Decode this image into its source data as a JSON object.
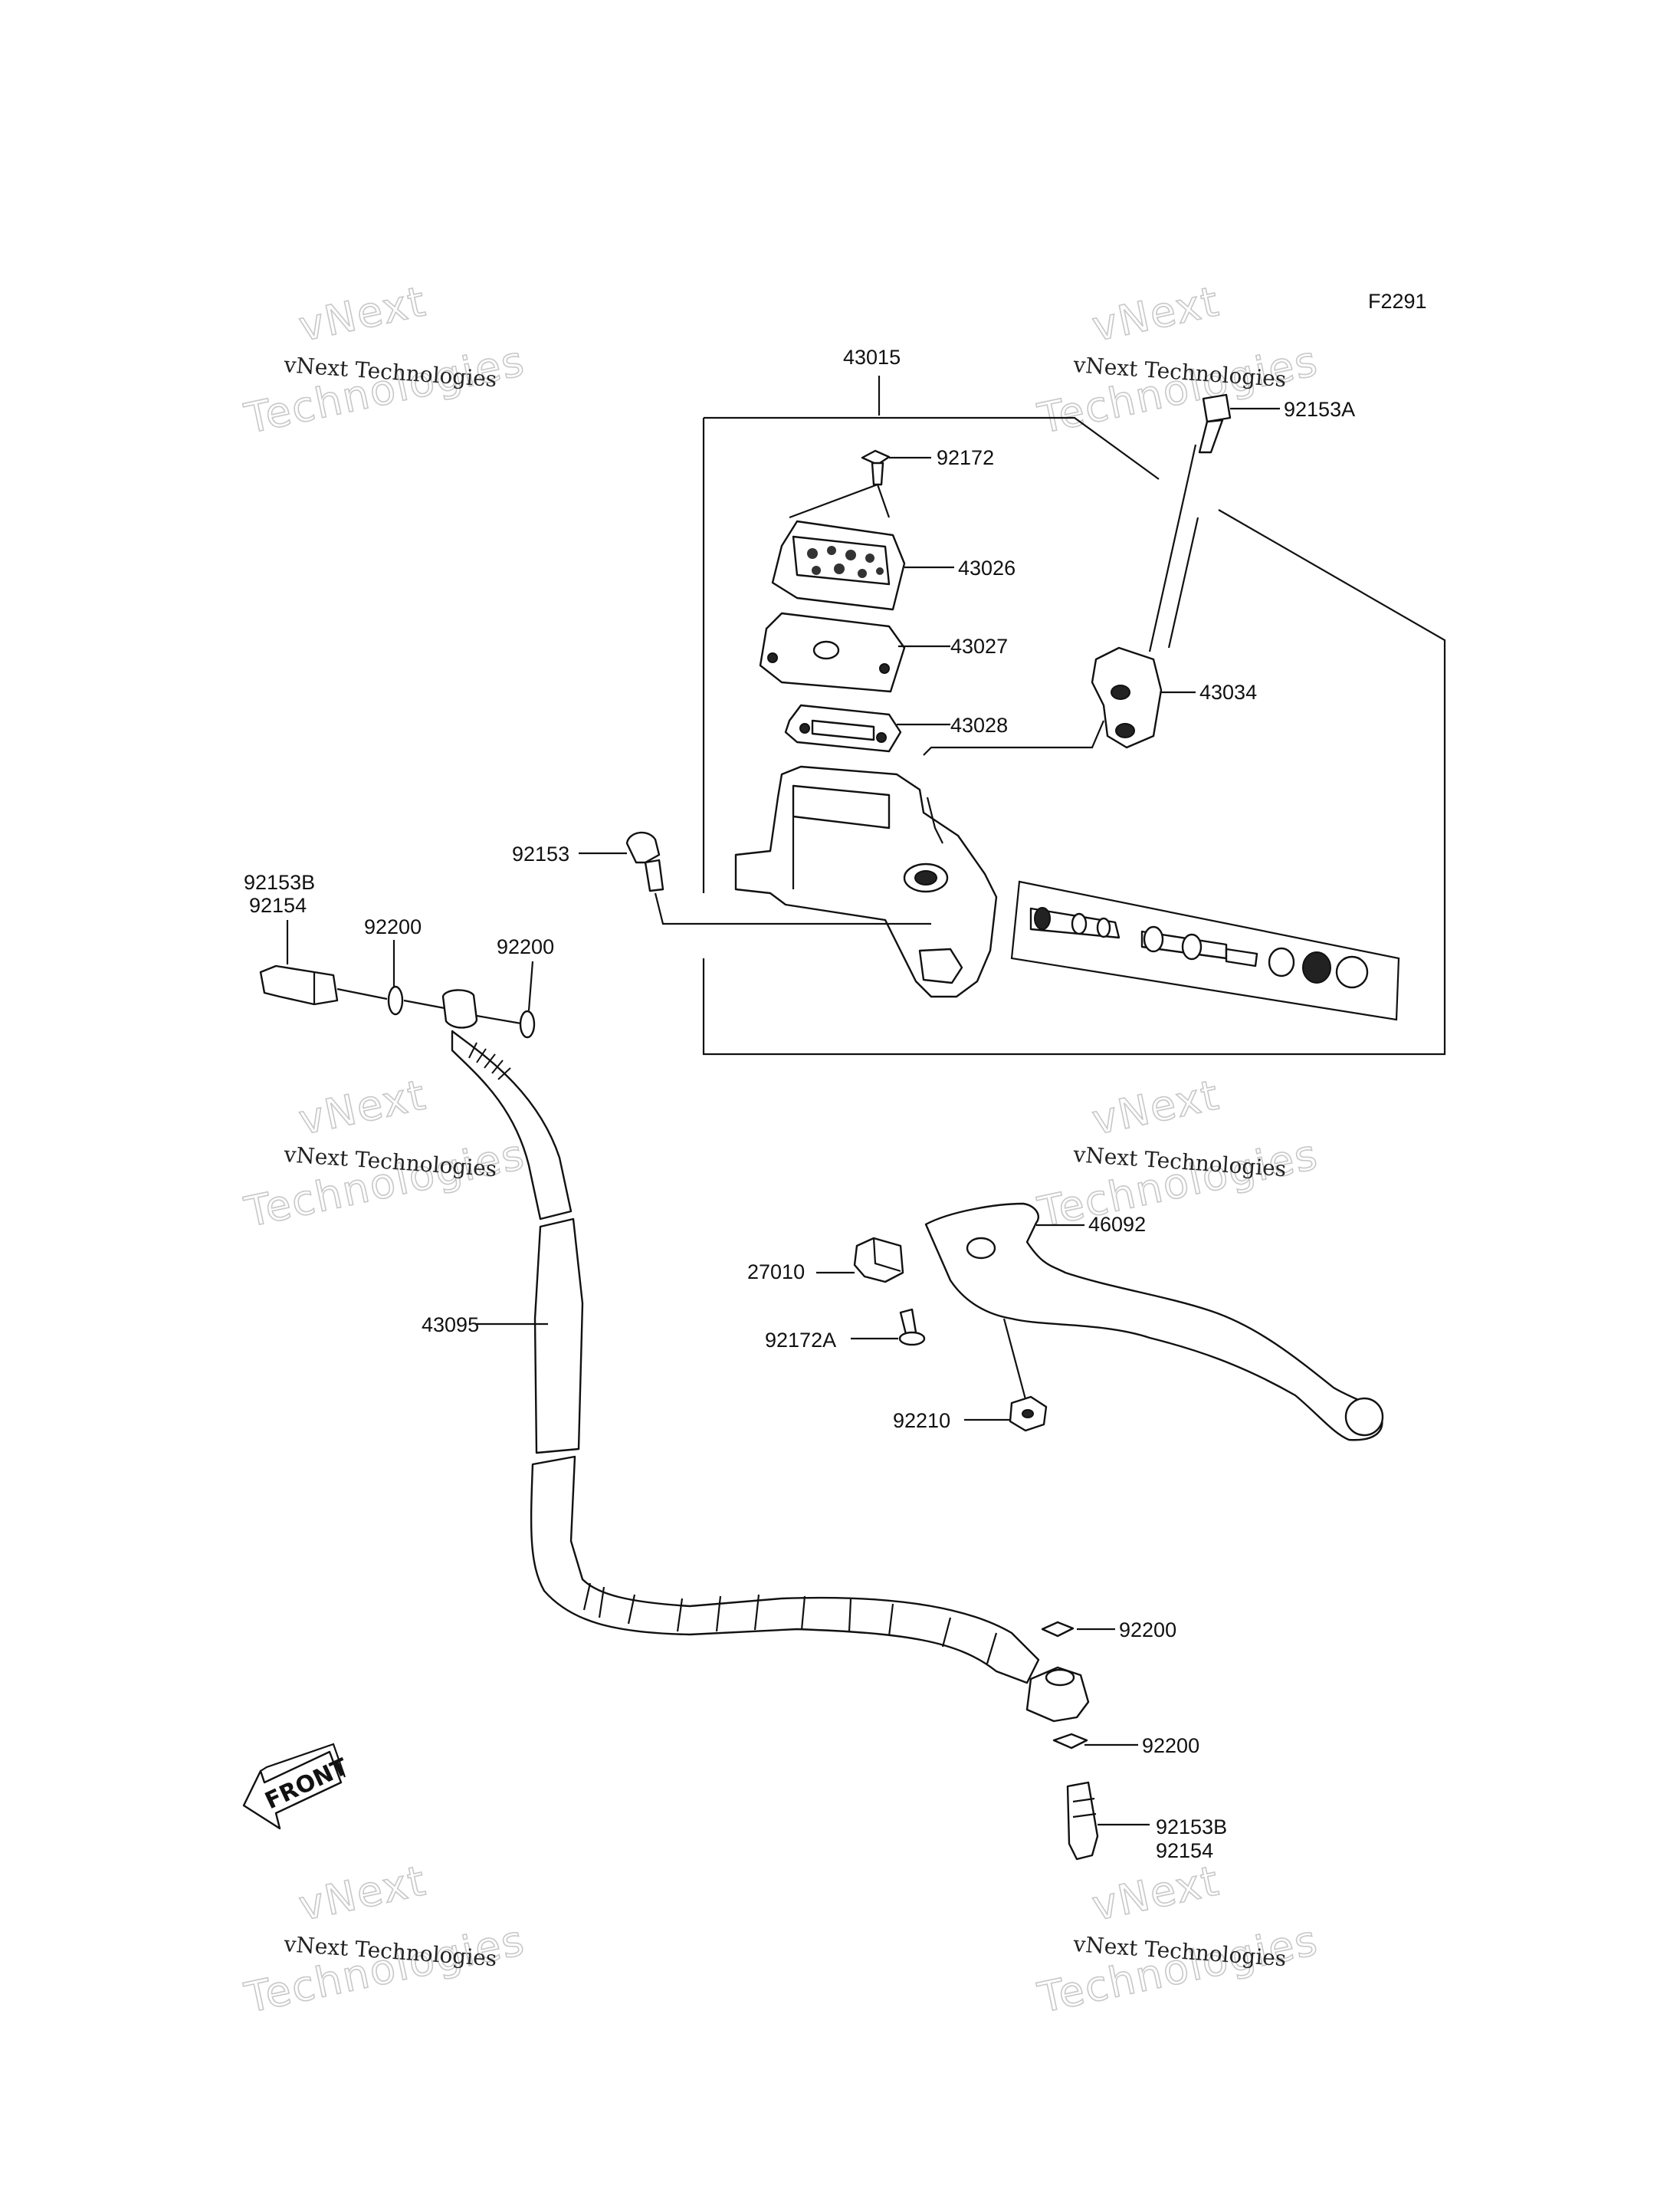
{
  "diagram": {
    "code": "F2291",
    "watermark": {
      "line1": "vNext Technologies",
      "line2_part1": "vNext",
      "line2_part2": "Technologies"
    },
    "front_marker": "FRONT",
    "callouts": {
      "assy": "43015",
      "cap_screw": "92172",
      "cap": "43026",
      "plate": "43027",
      "diaphragm": "43028",
      "holder": "43034",
      "holder_bolt": "92153A",
      "mc_bolt": "92153",
      "banjo_top_a": "92153B",
      "banjo_top_b": "92154",
      "gasket_top_1": "92200",
      "gasket_top_2": "92200",
      "hose": "43095",
      "lever": "46092",
      "switch": "27010",
      "switch_screw": "92172A",
      "nut": "92210",
      "gasket_bot_1": "92200",
      "gasket_bot_2": "92200",
      "banjo_bot_a": "92153B",
      "banjo_bot_b": "92154"
    }
  }
}
